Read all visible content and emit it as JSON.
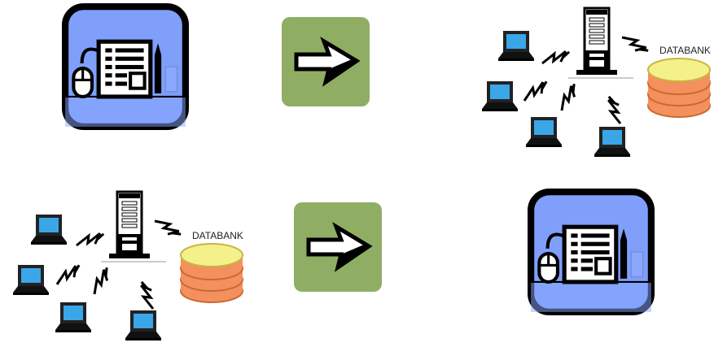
{
  "rows": [
    {
      "left": "form-app-icon",
      "arrow": "arrow-right-icon",
      "right": "client-server-network",
      "db_label": "DATABANK"
    },
    {
      "left": "client-server-network",
      "arrow": "arrow-right-icon",
      "right": "form-app-icon",
      "db_label": "DATABANK"
    }
  ],
  "colors": {
    "icon_bg": "#7f9ffb",
    "icon_border": "#000000",
    "arrow_box": "#8fae64",
    "db_top": "#f4f08a",
    "db_body": "#f4905e",
    "screen": "#3aa6e8"
  }
}
